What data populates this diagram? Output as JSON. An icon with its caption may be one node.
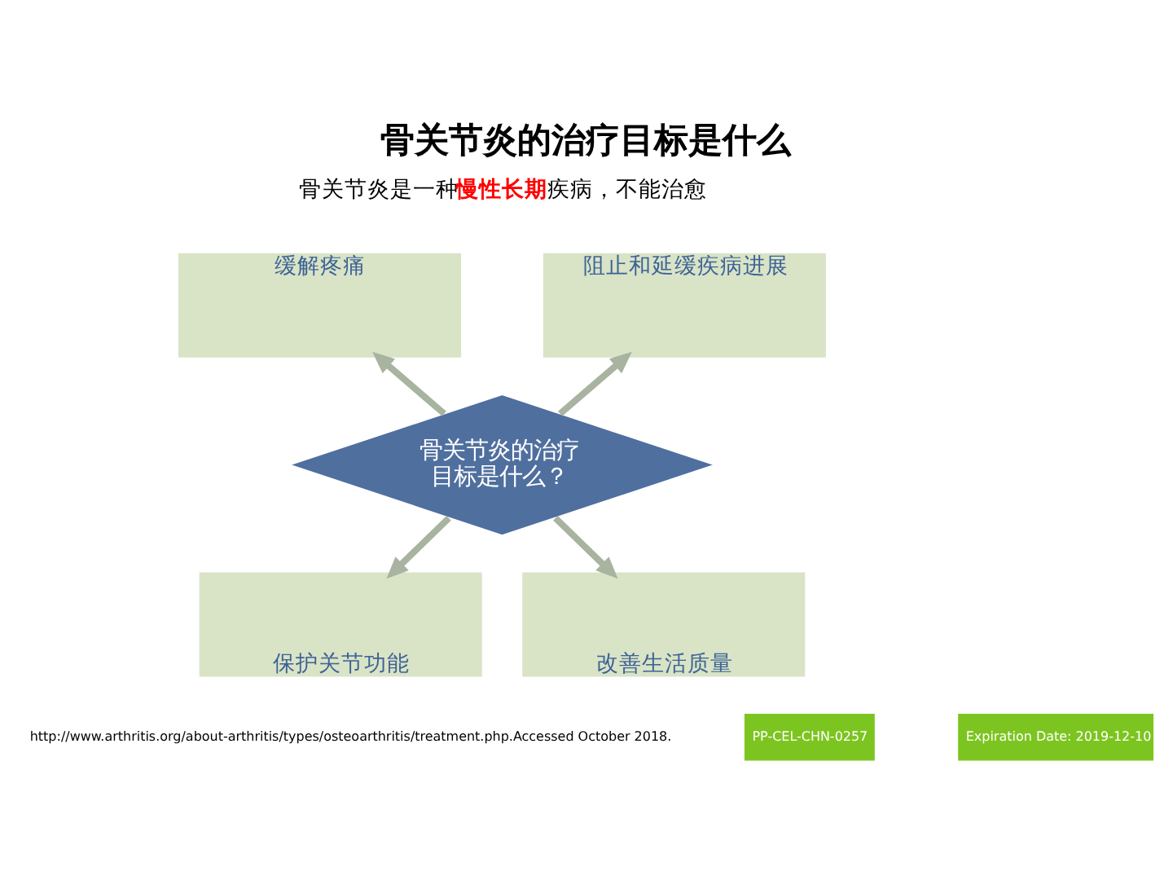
{
  "diagram": {
    "title": "骨关节炎的治疗目标是什么",
    "nodes": [
      {
        "text": [
          "缓解疼痛"
        ]
      },
      {
        "text": [
          "阻止和延缓疾病进展"
        ]
      },
      {
        "text": [
          "骨关节炎的治疗目标是什么？"
        ]
      },
      {
        "text": [
          "保护关节功能"
        ]
      },
      {
        "text": [
          "改善生活质量"
        ]
      }
    ],
    "edges": [
      {
        "from": 2,
        "to": 0,
        "arrow": "to"
      },
      {
        "from": 2,
        "to": 1,
        "arrow": "to"
      },
      {
        "from": 2,
        "to": 3,
        "arrow": "to"
      },
      {
        "from": 2,
        "to": 4,
        "arrow": "to"
      }
    ],
    "labels": [
      "骨关节炎是一种**慢性长期**疾病，不能治愈",
      "http://www.arthritis.org/about-arthritis/types/osteoarthritis/treatment.php.Accessed October 2018.",
      "PP-CEL-CHN-0257",
      "Expiration Date: 2019-12-10"
    ]
  }
}
